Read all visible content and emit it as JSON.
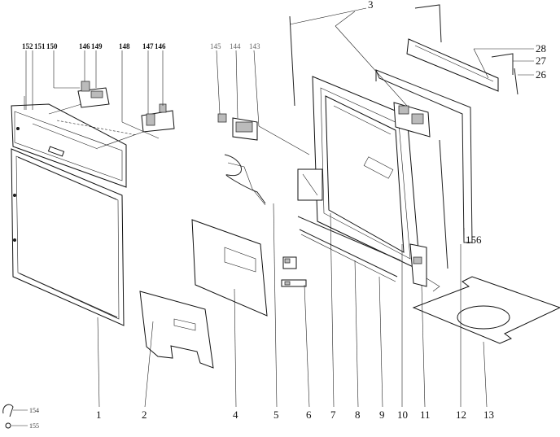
{
  "bottom_labels": [
    "1",
    "2",
    "4",
    "5",
    "6",
    "7",
    "8",
    "9",
    "10",
    "11",
    "12",
    "13"
  ],
  "top_labels": {
    "p3": "3",
    "p152": "152",
    "p151": "151",
    "p150": "150",
    "p146a": "146",
    "p149": "149",
    "p148": "148",
    "p147": "147",
    "p146b": "146",
    "p145": "145",
    "p144": "144",
    "p143": "143",
    "p28": "28",
    "p27": "27",
    "p26": "26",
    "p156": "156",
    "p154": "154",
    "p155": "155"
  }
}
